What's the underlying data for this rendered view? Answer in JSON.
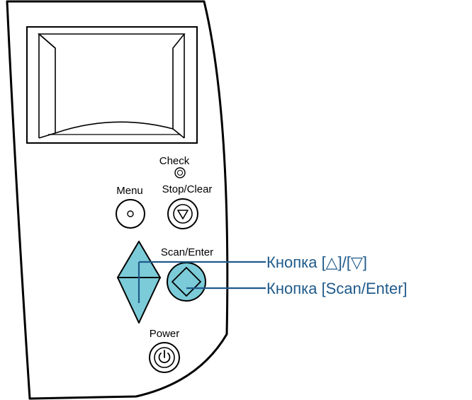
{
  "panel": {
    "labels": {
      "check": "Check",
      "menu": "Menu",
      "stop_clear": "Stop/Clear",
      "scan_enter": "Scan/Enter",
      "power": "Power"
    }
  },
  "callouts": {
    "arrows_label": "Кнопка [△]/[▽]",
    "scan_enter_label": "Кнопка [Scan/Enter]"
  },
  "colors": {
    "highlight_fill": "#7ccbd8",
    "callout_line": "#1f5a8a",
    "outline": "#000000"
  },
  "icons": {
    "display": "lcd-display",
    "check_led": "indicator-led-icon",
    "menu": "circle-icon",
    "stop_clear": "triangle-down-in-circle-icon",
    "up": "triangle-up-icon",
    "down": "triangle-down-icon",
    "scan_enter": "diamond-in-circle-icon",
    "power": "power-icon"
  }
}
